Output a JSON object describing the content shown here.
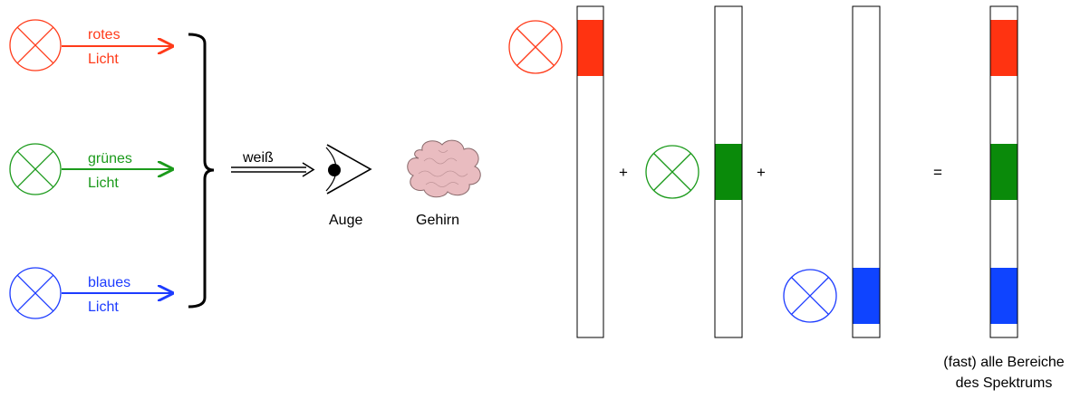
{
  "colors": {
    "red": "#ff3b1a",
    "green": "#1b9a1b",
    "blue": "#1d3cff",
    "bar_red": "#ff3311",
    "bar_green": "#0a8a0a",
    "bar_blue": "#0f44ff",
    "brain_fill": "#e9bcc0",
    "black": "#000000"
  },
  "sources": [
    {
      "line1": "rotes",
      "line2": "Licht",
      "color": "red"
    },
    {
      "line1": "grünes",
      "line2": "Licht",
      "color": "green"
    },
    {
      "line1": "blaues",
      "line2": "Licht",
      "color": "blue"
    }
  ],
  "mix_arrow_label": "weiß",
  "eye_label": "Auge",
  "brain_label": "Gehirn",
  "icons": {
    "lamp": "lamp-circle-x-icon",
    "eye": "eye-icon",
    "brain": "brain-icon",
    "bracket": "curly-brace-icon"
  },
  "operators": {
    "plus": "+",
    "equals": "="
  },
  "spectrum_bars": [
    {
      "band": "red"
    },
    {
      "band": "green"
    },
    {
      "band": "blue"
    },
    {
      "band": "red+green+blue"
    }
  ],
  "result_caption": {
    "line1": "(fast) alle Bereiche",
    "line2": "des Spektrums"
  }
}
